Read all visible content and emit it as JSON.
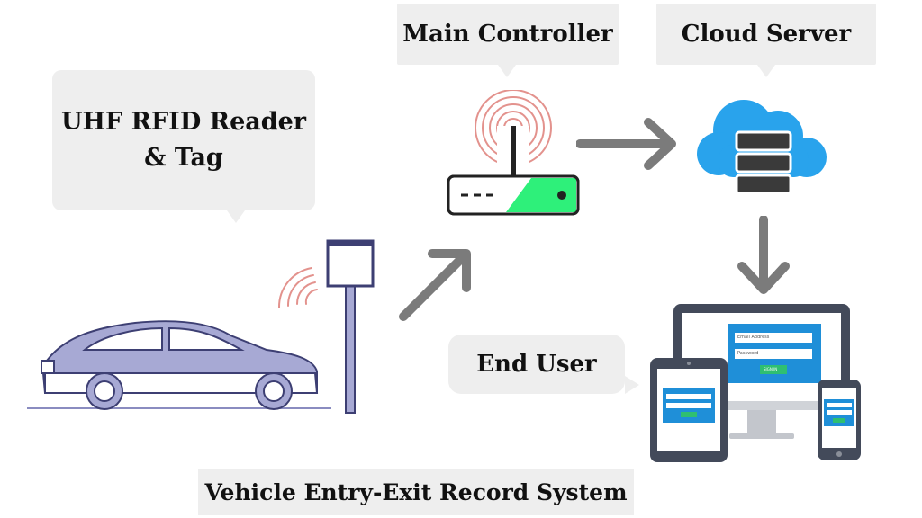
{
  "labels": {
    "rfid_line1": "UHF RFID Reader",
    "rfid_line2": "& Tag",
    "main_controller": "Main Controller",
    "cloud_server": "Cloud Server",
    "end_user": "End User",
    "title": "Vehicle Entry-Exit Record System"
  },
  "device_ui": {
    "email_placeholder": "Email Address",
    "password_placeholder": "Password",
    "sign_in_button": "SIGN IN"
  },
  "colors": {
    "car_body": "#a7a9d4",
    "car_outline": "#3d3f73",
    "router_accent": "#2ef07a",
    "router_waves": "#e3928d",
    "cloud_blue": "#29a3ec",
    "server_dark": "#3a3a3a",
    "arrow_gray": "#7b7b7b",
    "screen_blue": "#1f8fd8",
    "button_green": "#2fbf71",
    "device_frame": "#434a5a"
  },
  "icons": {
    "car": "car-icon",
    "rfid_reader": "rfid-reader-icon",
    "router": "router-icon",
    "cloud_server": "cloud-server-icon",
    "devices": "devices-icon"
  }
}
